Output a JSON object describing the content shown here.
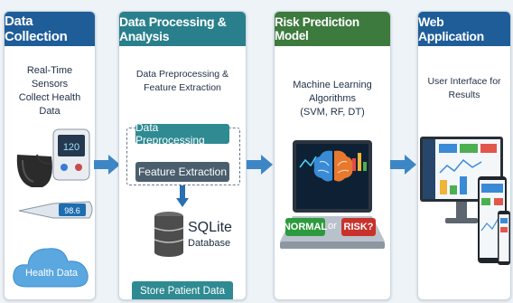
{
  "panels": [
    {
      "title": "Data Collection",
      "subtitle_lines": [
        "Real-Time Sensors",
        "Collect Health Data"
      ],
      "cloud_label": "Health Data"
    },
    {
      "title": "Data Processing & Analysis",
      "subtitle": "Data Preprocessing & Feature Extraction",
      "steps": [
        "Data Preprocessing",
        "Feature Extraction"
      ],
      "database": {
        "name": "SQLite",
        "type": "Database"
      },
      "store_label": "Store Patient Data"
    },
    {
      "title": "Risk Prediction Model",
      "subtitle_lines": [
        "Machine Learning Algorithms",
        "(SVM, RF, DT)"
      ],
      "result_normal": "NORMAL",
      "result_or": "or",
      "result_risk": "RISK?"
    },
    {
      "title": "Web Application",
      "subtitle": "User Interface for Results"
    }
  ],
  "device_readouts": {
    "bp_monitor": "120",
    "thermometer": "98.6"
  },
  "colors": {
    "header_blue": "#1f5d99",
    "header_teal": "#2a7f8c",
    "header_green": "#3d7a3d",
    "arrow_blue": "#3d86c6",
    "normal_green": "#2e9a3e",
    "risk_red": "#c8322b"
  },
  "icons": [
    "bp-monitor-icon",
    "thermometer-icon",
    "cloud-icon",
    "arrow-down-icon",
    "database-icon",
    "laptop-icon",
    "brain-icon",
    "monitor-icon",
    "tablet-icon",
    "phone-icon",
    "arrow-right-icon"
  ]
}
